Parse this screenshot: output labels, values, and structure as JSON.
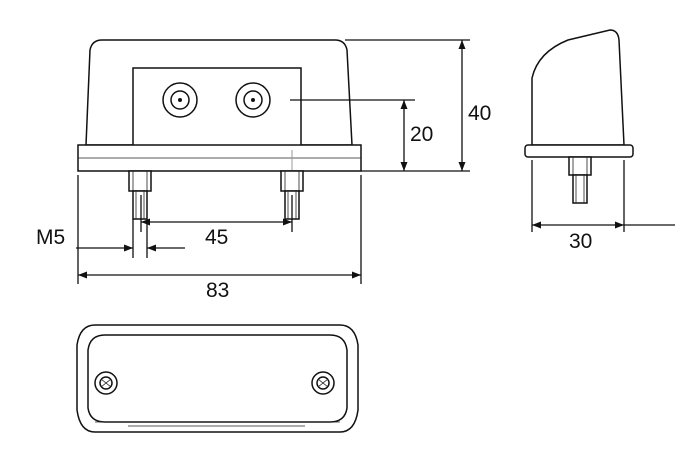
{
  "dimensions": {
    "height_total": "40",
    "height_mount": "20",
    "bolt_spacing": "45",
    "thread": "M5",
    "width_total": "83",
    "depth": "30"
  },
  "colors": {
    "line": "#111111",
    "background": "#ffffff"
  }
}
